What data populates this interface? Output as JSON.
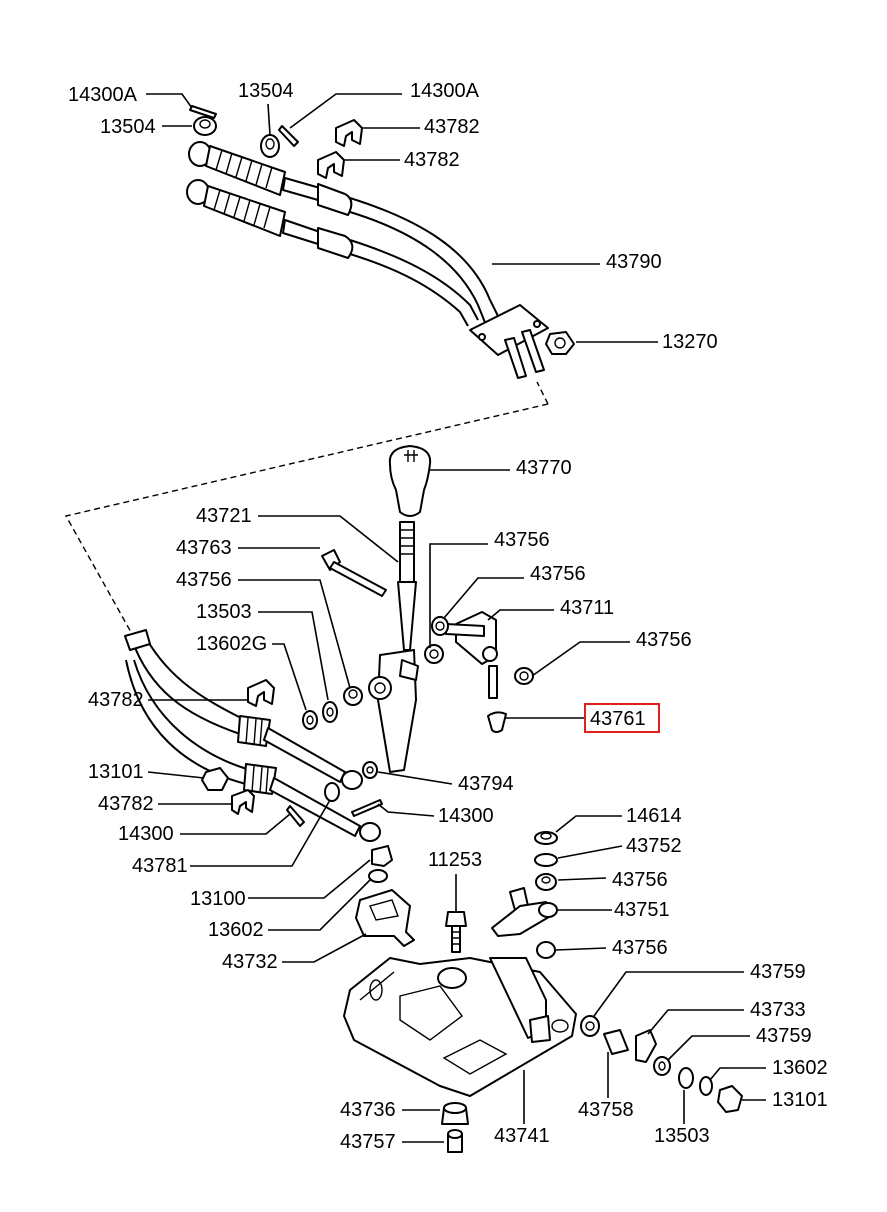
{
  "diagram": {
    "highlighted": "43761",
    "highlight_color": "#e0201c",
    "labels": [
      {
        "key": "p14300a_l",
        "text": "14300A"
      },
      {
        "key": "p13504_t",
        "text": "13504"
      },
      {
        "key": "p14300a_r",
        "text": "14300A"
      },
      {
        "key": "p13504_l",
        "text": "13504"
      },
      {
        "key": "p43782_a",
        "text": "43782"
      },
      {
        "key": "p43782_b",
        "text": "43782"
      },
      {
        "key": "p43790",
        "text": "43790"
      },
      {
        "key": "p13270",
        "text": "13270"
      },
      {
        "key": "p43770",
        "text": "43770"
      },
      {
        "key": "p43721",
        "text": "43721"
      },
      {
        "key": "p43763",
        "text": "43763"
      },
      {
        "key": "p43756_a",
        "text": "43756"
      },
      {
        "key": "p43756_b",
        "text": "43756"
      },
      {
        "key": "p43756_c",
        "text": "43756"
      },
      {
        "key": "p43711",
        "text": "43711"
      },
      {
        "key": "p43756_d",
        "text": "43756"
      },
      {
        "key": "p13503_a",
        "text": "13503"
      },
      {
        "key": "p13602g",
        "text": "13602G"
      },
      {
        "key": "p43782_c",
        "text": "43782"
      },
      {
        "key": "p43761",
        "text": "43761"
      },
      {
        "key": "p43794",
        "text": "43794"
      },
      {
        "key": "p13101_a",
        "text": "13101"
      },
      {
        "key": "p43782_d",
        "text": "43782"
      },
      {
        "key": "p14300",
        "text": "14300"
      },
      {
        "key": "p14300_l",
        "text": "14300"
      },
      {
        "key": "p14614",
        "text": "14614"
      },
      {
        "key": "p43752",
        "text": "43752"
      },
      {
        "key": "p43781",
        "text": "43781"
      },
      {
        "key": "p11253",
        "text": "11253"
      },
      {
        "key": "p43756_e",
        "text": "43756"
      },
      {
        "key": "p13100",
        "text": "13100"
      },
      {
        "key": "p43751",
        "text": "43751"
      },
      {
        "key": "p13602_a",
        "text": "13602"
      },
      {
        "key": "p43756_f",
        "text": "43756"
      },
      {
        "key": "p43732",
        "text": "43732"
      },
      {
        "key": "p43759_a",
        "text": "43759"
      },
      {
        "key": "p43733",
        "text": "43733"
      },
      {
        "key": "p43759_b",
        "text": "43759"
      },
      {
        "key": "p13602_b",
        "text": "13602"
      },
      {
        "key": "p13101_b",
        "text": "13101"
      },
      {
        "key": "p43736",
        "text": "43736"
      },
      {
        "key": "p43758",
        "text": "43758"
      },
      {
        "key": "p13503_b",
        "text": "13503"
      },
      {
        "key": "p43741",
        "text": "43741"
      },
      {
        "key": "p43757",
        "text": "43757"
      }
    ]
  }
}
